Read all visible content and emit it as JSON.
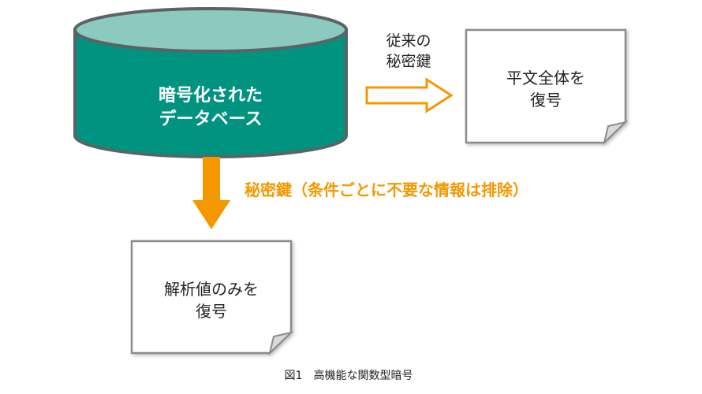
{
  "database": {
    "line1": "暗号化された",
    "line2": "データベース"
  },
  "arrow_right_label": {
    "line1": "従来の",
    "line2": "秘密鍵"
  },
  "doc_full": {
    "line1": "平文全体を",
    "line2": "復号"
  },
  "arrow_down_label": "秘密鍵（条件ごとに不要な情報は排除）",
  "doc_partial": {
    "line1": "解析値のみを",
    "line2": "復号"
  },
  "caption": "図1　高機能な関数型暗号",
  "colors": {
    "cylinder_body": "#009480",
    "cylinder_top": "#8cc9bf",
    "cylinder_edge": "#5a6466",
    "arrow_orange": "#f39800",
    "doc_stroke": "#8c8c8c",
    "text_dark": "#222222",
    "text_white": "#ffffff"
  }
}
